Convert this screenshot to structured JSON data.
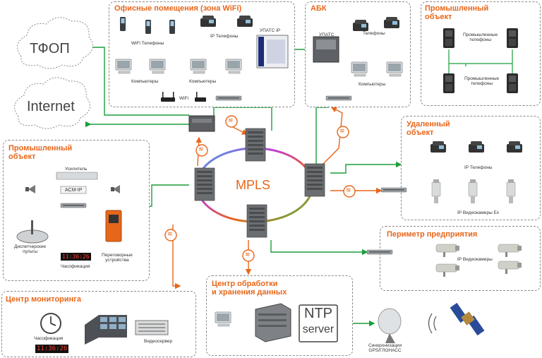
{
  "clouds": {
    "pstn": "ТФОП",
    "internet": "Internet"
  },
  "office": {
    "title": "Офисные помещения (зона WiFi)",
    "wifi_phones": "WiFi Телефоны",
    "ip_phones": "IP Телефоны",
    "upats_ip": "УПАТС IP",
    "computers_left": "Компьютеры",
    "computers_right": "Компьютеры",
    "wifi": "WiFi"
  },
  "abk": {
    "title": "АБК",
    "upats": "УПАТС",
    "phones": "Телефоны",
    "computers": "Компьютеры"
  },
  "industrial_top": {
    "title": "Промышленный\nобъект",
    "phones_top": "Промышленные\nтелефоны",
    "phones_bottom": "Промышленные\nтелефоны"
  },
  "remote": {
    "title": "Удаленный\nобъект",
    "ip_phones": "IP Телефоны",
    "cameras": "IP Видеокамеры Ex"
  },
  "industrial_left": {
    "title": "Промышленный\nобъект",
    "amplifier": "Усилитель",
    "acm": "ACM-IP",
    "dispatcher": "Диспетчерские\nпульты",
    "clock": "Часофикация",
    "intercom": "Переговорные\nустройства",
    "clock_digits": "11:36:26"
  },
  "perimeter": {
    "title": "Периметр предприятия",
    "cameras": "IP Видеокамеры"
  },
  "monitoring": {
    "title": "Центр мониторинга",
    "clock": "Часофикация",
    "server": "Видеосервер",
    "clock_digits": "11:36:26"
  },
  "datacenter": {
    "title": "Центр обработки\nи хранения данных",
    "ntp_line1": "NTP",
    "ntp_line2": "server"
  },
  "sync": {
    "label": "Синхронизация\nGPS/ГЛОНАСС"
  },
  "core": {
    "label": "MPLS"
  },
  "colors": {
    "accent": "#e8661a",
    "link": "#1a9e3a",
    "dash": "#8a8a8a"
  }
}
